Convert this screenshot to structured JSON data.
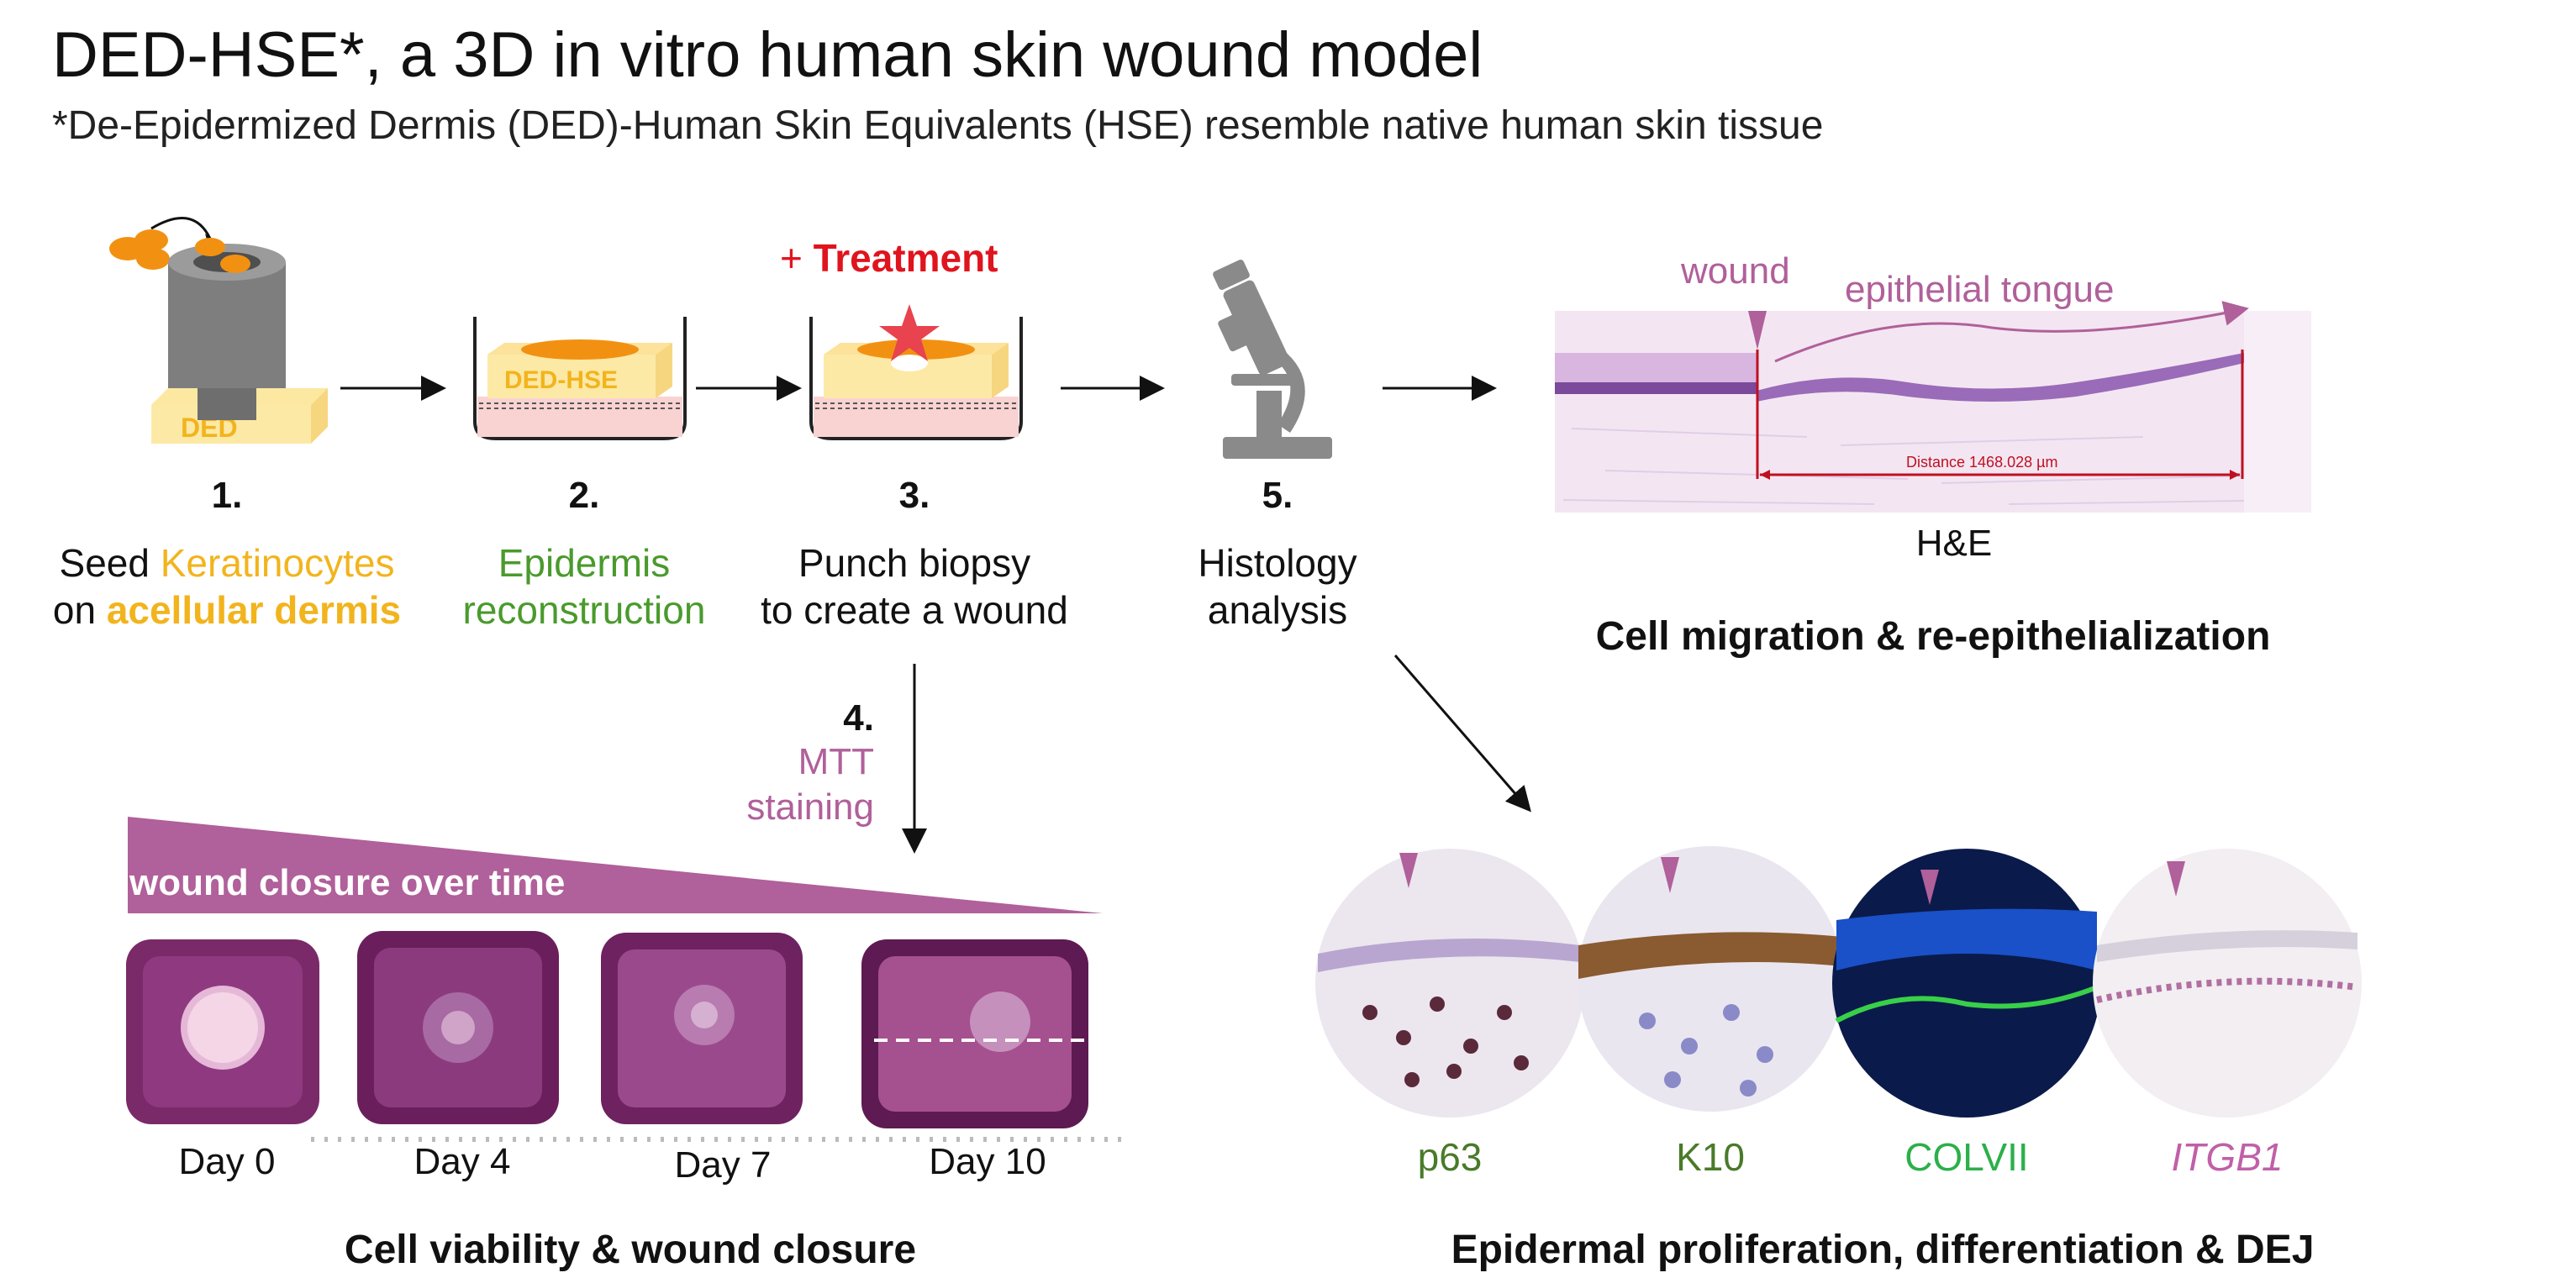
{
  "header": {
    "title": "DED-HSE*, a 3D in vitro human skin wound model",
    "subtitle": "*De-Epidermized Dermis (DED)-Human Skin Equivalents (HSE) resemble native human skin tissue"
  },
  "steps": {
    "s1": {
      "num": "1.",
      "line1_a": "Seed ",
      "line1_b": "Keratinocytes",
      "line2_a": "on ",
      "line2_b": "acellular dermis",
      "icon_label": "DED"
    },
    "s2": {
      "num": "2.",
      "line1": "Epidermis",
      "line2": "reconstruction",
      "icon_label": "DED-HSE"
    },
    "s3": {
      "num": "3.",
      "line1": "Punch biopsy",
      "line2": "to create a wound",
      "treatment_plus": "+ ",
      "treatment": "Treatment"
    },
    "s4": {
      "num": "4.",
      "line1": "MTT",
      "line2": "staining"
    },
    "s5": {
      "num": "5.",
      "line1": "Histology",
      "line2": "analysis"
    }
  },
  "histology": {
    "wound_label": "wound",
    "tongue_label": "epithelial tongue",
    "distance_label": "Distance 1468.028 µm",
    "stain_label": "H&E",
    "section_title": "Cell migration & re-epithelialization"
  },
  "viability": {
    "banner": "wound closure over time",
    "days": [
      "Day 0",
      "Day 4",
      "Day 7",
      "Day 10"
    ],
    "section_title": "Cell viability & wound closure"
  },
  "markers": {
    "items": [
      "p63",
      "K10",
      "COLVII",
      "ITGB1"
    ],
    "colors": [
      "#4a7a2a",
      "#4a7a2a",
      "#2bb04a",
      "#c060a8"
    ],
    "section_title": "Epidermal proliferation, differentiation & DEJ"
  },
  "colors": {
    "accent_mauve": "#b0609a",
    "keratinocyte_orange": "#f29111",
    "dermis_yellow": "#fde9a6",
    "treatment_red": "#e0141e"
  }
}
